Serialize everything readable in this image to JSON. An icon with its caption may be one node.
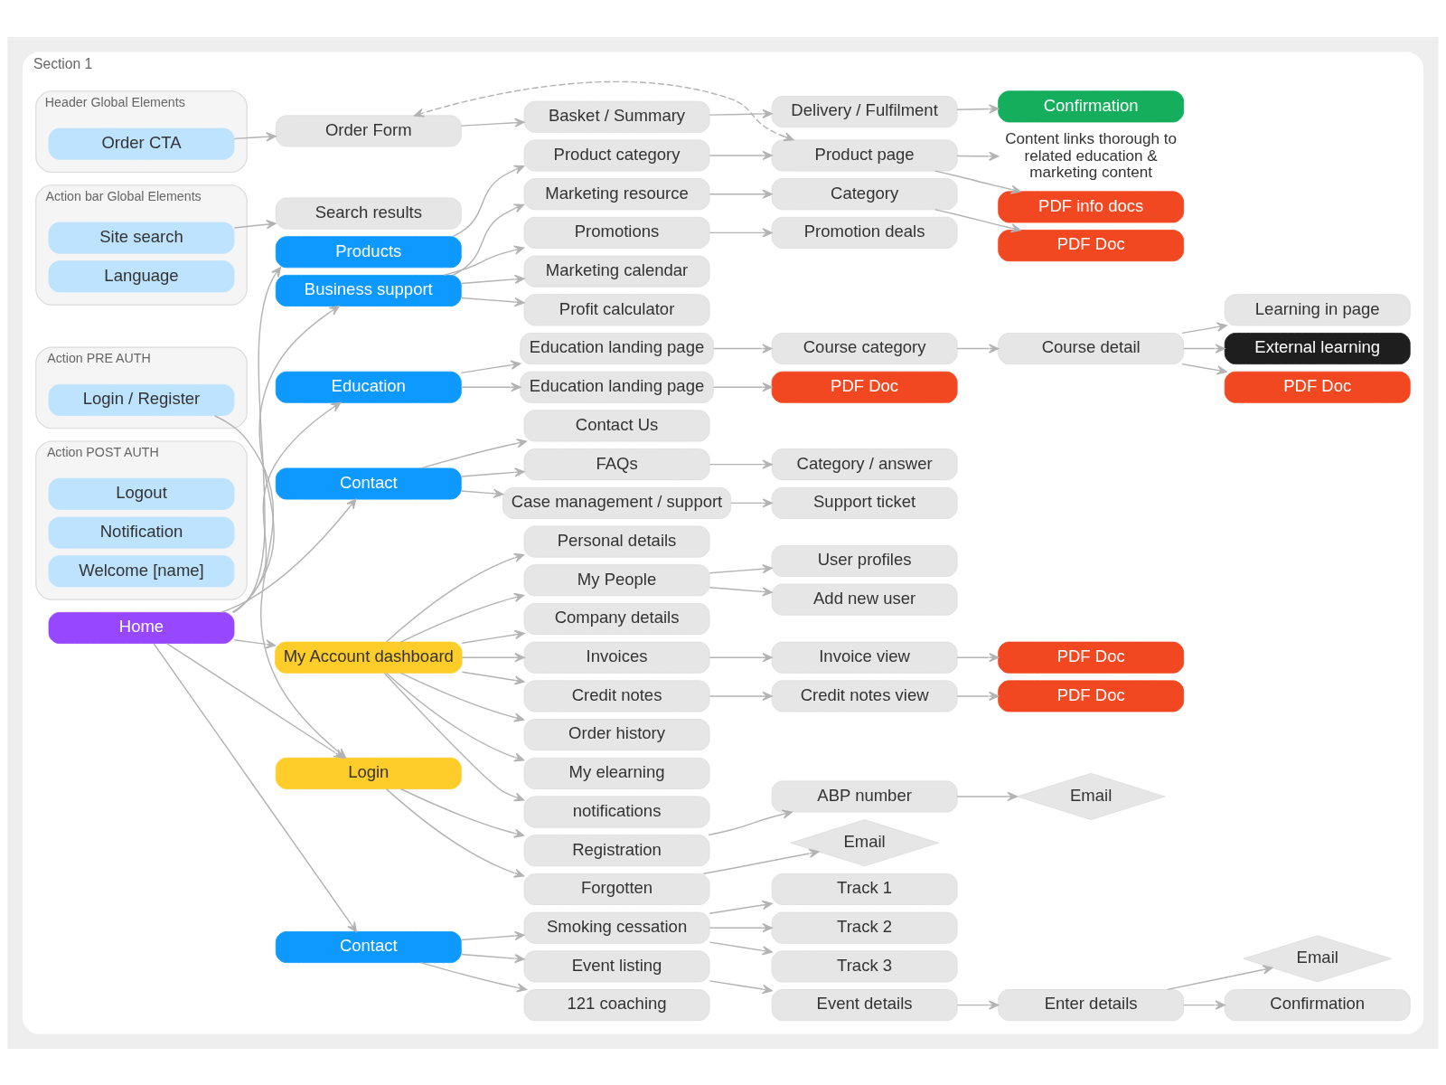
{
  "diagram": {
    "nodes": [
      {
        "text": [
          "Section 1"
        ]
      },
      {
        "text": [
          "Header Global Elements"
        ],
        "in": 0
      },
      {
        "text": [
          "Order CTA"
        ],
        "in": 1
      },
      {
        "text": [
          "Search results"
        ],
        "in": 0
      },
      {
        "text": [
          "Action bar Global Elements"
        ],
        "in": 0
      },
      {
        "text": [
          "Site search"
        ],
        "in": 4
      },
      {
        "text": [
          "Language"
        ],
        "in": 4
      },
      {
        "text": [
          "Action PRE AUTH"
        ],
        "in": 0
      },
      {
        "text": [
          "Login / Register"
        ],
        "in": 7
      },
      {
        "text": [
          "Action POST AUTH"
        ],
        "in": 0
      },
      {
        "text": [
          "Logout"
        ],
        "in": 9
      },
      {
        "text": [
          "Notification"
        ],
        "in": 9
      },
      {
        "text": [
          "Welcome [name]"
        ],
        "in": 9
      },
      {
        "text": [
          "Home"
        ],
        "in": 0
      },
      {
        "text": [
          "Products"
        ],
        "in": 0
      },
      {
        "text": [
          "Product category"
        ],
        "in": 0
      },
      {
        "text": [
          "Product page"
        ],
        "in": 0
      },
      {
        "text": [
          "Content links thorough to related education & marketing content"
        ],
        "in": 0
      },
      {
        "text": [
          "PDF info docs"
        ],
        "in": 0
      },
      {
        "text": [
          "Order Form"
        ],
        "in": 0
      },
      {
        "text": [
          "Basket / Summary"
        ],
        "in": 0
      },
      {
        "text": [
          "Delivery / Fulfilment"
        ],
        "in": 0
      },
      {
        "text": [
          "Confirmation"
        ],
        "in": 0
      },
      {
        "text": [
          "Business support"
        ],
        "in": 0
      },
      {
        "text": [
          "Marketing resource"
        ],
        "in": 0
      },
      {
        "text": [
          "Category"
        ],
        "in": 0
      },
      {
        "text": [
          "PDF Doc"
        ],
        "in": 0
      },
      {
        "text": [
          "Promotions"
        ],
        "in": 0
      },
      {
        "text": [
          "Promotion deals"
        ],
        "in": 0
      },
      {
        "text": [
          "Marketing calendar"
        ],
        "in": 0
      },
      {
        "text": [
          "Profit calculator"
        ],
        "in": 0
      },
      {
        "text": [
          "Education"
        ],
        "in": 0
      },
      {
        "text": [
          "Education landing page"
        ],
        "in": 0
      },
      {
        "text": [
          "Course category"
        ],
        "in": 0
      },
      {
        "text": [
          "Course detail"
        ],
        "in": 0
      },
      {
        "text": [
          "Learning in page"
        ],
        "in": 0
      },
      {
        "text": [
          "External learning"
        ],
        "in": 0
      },
      {
        "text": [
          "PDF Doc"
        ],
        "in": 0
      },
      {
        "text": [
          "Education landing page"
        ],
        "in": 0
      },
      {
        "text": [
          "PDF Doc"
        ],
        "in": 0
      },
      {
        "text": [
          "Contact"
        ],
        "in": 0
      },
      {
        "text": [
          "Contact Us"
        ],
        "in": 0
      },
      {
        "text": [
          "FAQs"
        ],
        "in": 0
      },
      {
        "text": [
          "Category / answer"
        ],
        "in": 0
      },
      {
        "text": [
          "Case management / support"
        ],
        "in": 0
      },
      {
        "text": [
          "Support ticket"
        ],
        "in": 0
      },
      {
        "text": [
          "My Account dashboard"
        ],
        "in": 0
      },
      {
        "text": [
          "Personal details"
        ],
        "in": 0
      },
      {
        "text": [
          "My People"
        ],
        "in": 0
      },
      {
        "text": [
          "User profiles"
        ],
        "in": 0
      },
      {
        "text": [
          "Add new user"
        ],
        "in": 0
      },
      {
        "text": [
          "Company details"
        ],
        "in": 0
      },
      {
        "text": [
          "Invoices"
        ],
        "in": 0
      },
      {
        "text": [
          "Invoice view"
        ],
        "in": 0
      },
      {
        "text": [
          "PDF Doc"
        ],
        "in": 0
      },
      {
        "text": [
          "Credit notes"
        ],
        "in": 0
      },
      {
        "text": [
          "Credit notes view"
        ],
        "in": 0
      },
      {
        "text": [
          "PDF Doc"
        ],
        "in": 0
      },
      {
        "text": [
          "Order history"
        ],
        "in": 0
      },
      {
        "text": [
          "My elearning"
        ],
        "in": 0
      },
      {
        "text": [
          "notifications"
        ],
        "in": 0
      },
      {
        "text": [
          "Login"
        ],
        "in": 0
      },
      {
        "text": [
          "Registration"
        ],
        "in": 0
      },
      {
        "text": [
          "ABP number"
        ],
        "in": 0
      },
      {
        "text": [
          "Email"
        ],
        "in": 0
      },
      {
        "text": [
          "Forgotten"
        ],
        "in": 0
      },
      {
        "text": [
          "Email"
        ],
        "in": 0
      },
      {
        "text": [
          "Contact"
        ],
        "in": 0
      },
      {
        "text": [
          "Smoking cessation"
        ],
        "in": 0
      },
      {
        "text": [
          "Track 1"
        ],
        "in": 0
      },
      {
        "text": [
          "Track 2"
        ],
        "in": 0
      },
      {
        "text": [
          "Track 3"
        ],
        "in": 0
      },
      {
        "text": [
          "Event listing"
        ],
        "in": 0
      },
      {
        "text": [
          "Event details"
        ],
        "in": 0
      },
      {
        "text": [
          "Enter details"
        ],
        "in": 0
      },
      {
        "text": [
          "Email"
        ],
        "in": 0
      },
      {
        "text": [
          "Confirmation"
        ],
        "in": 0
      },
      {
        "text": [
          "121 coaching"
        ],
        "in": 0
      }
    ],
    "edges": [
      {
        "from": 67,
        "to": 77,
        "arrow": "to"
      },
      {
        "from": 74,
        "to": 76,
        "arrow": "to"
      },
      {
        "from": 74,
        "to": 75,
        "arrow": "to"
      },
      {
        "from": 73,
        "to": 74,
        "arrow": "to"
      },
      {
        "from": 72,
        "to": 73,
        "arrow": "to"
      },
      {
        "from": 67,
        "to": 72,
        "arrow": "to"
      },
      {
        "from": 68,
        "to": 71,
        "arrow": "to"
      },
      {
        "from": 68,
        "to": 70,
        "arrow": "to"
      },
      {
        "from": 68,
        "to": 69,
        "arrow": "to"
      },
      {
        "from": 67,
        "to": 68,
        "arrow": "to"
      },
      {
        "from": 65,
        "to": 66,
        "arrow": "to"
      },
      {
        "from": 61,
        "to": 65,
        "arrow": "to"
      },
      {
        "from": 63,
        "to": 64,
        "arrow": "to"
      },
      {
        "from": 62,
        "to": 63,
        "arrow": "to"
      },
      {
        "from": 61,
        "to": 62,
        "arrow": "to"
      },
      {
        "from": 46,
        "to": 60,
        "arrow": "to"
      },
      {
        "from": 46,
        "to": 59,
        "arrow": "to"
      },
      {
        "from": 46,
        "to": 58,
        "arrow": "to"
      },
      {
        "from": 56,
        "to": 57,
        "arrow": "to"
      },
      {
        "from": 55,
        "to": 56,
        "arrow": "to"
      },
      {
        "from": 46,
        "to": 55,
        "arrow": "to"
      },
      {
        "from": 53,
        "to": 54,
        "arrow": "to"
      },
      {
        "from": 52,
        "to": 53,
        "arrow": "to"
      },
      {
        "from": 46,
        "to": 52,
        "arrow": "to"
      },
      {
        "from": 46,
        "to": 51,
        "arrow": "to"
      },
      {
        "from": 48,
        "to": 50,
        "arrow": "to"
      },
      {
        "from": 48,
        "to": 49,
        "arrow": "to"
      },
      {
        "from": 46,
        "to": 48,
        "arrow": "to"
      },
      {
        "from": 46,
        "to": 47,
        "arrow": "to"
      },
      {
        "from": 44,
        "to": 45,
        "arrow": "to"
      },
      {
        "from": 40,
        "to": 44,
        "arrow": "to"
      },
      {
        "from": 42,
        "to": 43,
        "arrow": "to"
      },
      {
        "from": 40,
        "to": 42,
        "arrow": "to"
      },
      {
        "from": 40,
        "to": 41,
        "arrow": "to"
      },
      {
        "from": 38,
        "to": 39,
        "arrow": "to"
      },
      {
        "from": 31,
        "to": 38,
        "arrow": "to"
      },
      {
        "from": 34,
        "to": 37,
        "arrow": "to"
      },
      {
        "from": 34,
        "to": 36,
        "arrow": "to"
      },
      {
        "from": 34,
        "to": 35,
        "arrow": "to"
      },
      {
        "from": 33,
        "to": 34,
        "arrow": "to"
      },
      {
        "from": 32,
        "to": 33,
        "arrow": "to"
      },
      {
        "from": 31,
        "to": 32,
        "arrow": "to"
      },
      {
        "from": 23,
        "to": 30,
        "arrow": "to"
      },
      {
        "from": 23,
        "to": 29,
        "arrow": "to"
      },
      {
        "from": 27,
        "to": 28,
        "arrow": "to"
      },
      {
        "from": 23,
        "to": 27,
        "arrow": "to"
      },
      {
        "from": 25,
        "to": 26,
        "arrow": "to"
      },
      {
        "from": 24,
        "to": 25,
        "arrow": "to"
      },
      {
        "from": 23,
        "to": 24,
        "arrow": "to"
      },
      {
        "from": 21,
        "to": 22,
        "arrow": "to"
      },
      {
        "from": 20,
        "to": 21,
        "arrow": "to"
      },
      {
        "from": 19,
        "to": 20,
        "arrow": "to"
      },
      {
        "from": 16,
        "to": 19,
        "arrow": "both",
        "style": "dashed"
      },
      {
        "from": 16,
        "to": 18,
        "arrow": "to"
      },
      {
        "from": 16,
        "to": 17,
        "arrow": "to"
      },
      {
        "from": 15,
        "to": 16,
        "arrow": "to"
      },
      {
        "from": 14,
        "to": 15,
        "arrow": "to"
      },
      {
        "from": 8,
        "to": 61,
        "arrow": "to"
      },
      {
        "from": 5,
        "to": 3,
        "arrow": "to"
      },
      {
        "from": 2,
        "to": 19,
        "arrow": "to"
      },
      {
        "from": 13,
        "to": 67,
        "arrow": "to"
      },
      {
        "from": 13,
        "to": 61,
        "arrow": "to"
      },
      {
        "from": 13,
        "to": 46,
        "arrow": "to"
      },
      {
        "from": 13,
        "to": 40,
        "arrow": "to"
      },
      {
        "from": 13,
        "to": 31,
        "arrow": "to"
      },
      {
        "from": 13,
        "to": 23,
        "arrow": "to"
      },
      {
        "from": 13,
        "to": 14,
        "arrow": "to"
      }
    ]
  }
}
